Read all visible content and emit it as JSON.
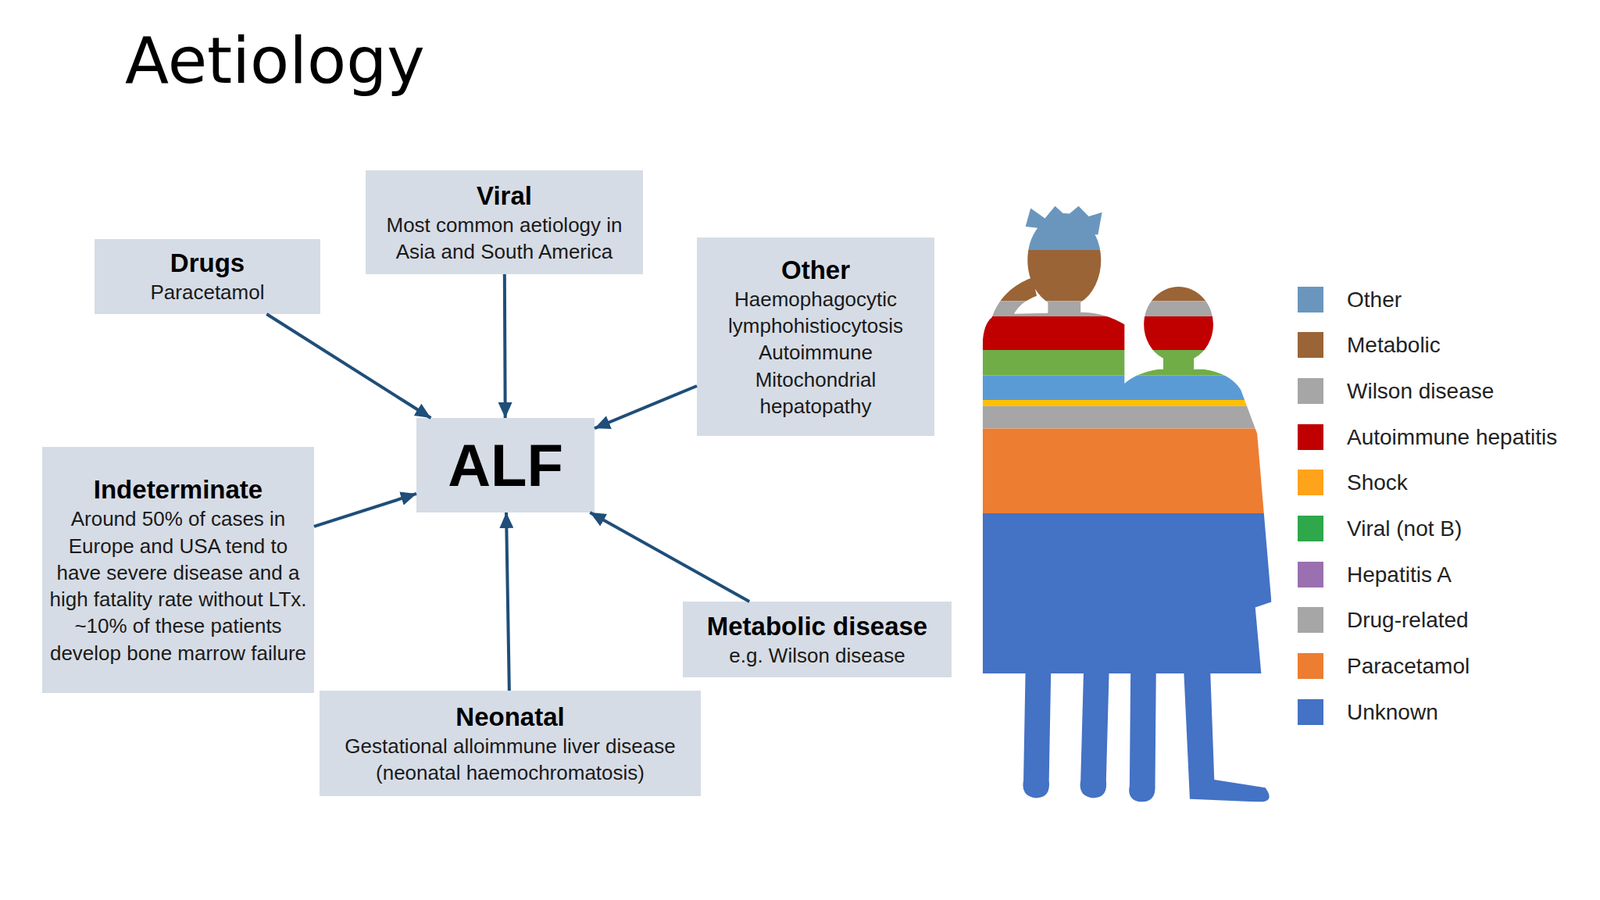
{
  "diagram": {
    "title": "Aetiology",
    "nodes": [
      {
        "text": [
          "Viral",
          "Most common aetiology in Asia and South America"
        ]
      },
      {
        "text": [
          "Drugs",
          "Paracetamol"
        ]
      },
      {
        "text": [
          "Other",
          "Haemophagocytic lymphohistiocytosis",
          "Autoimmune",
          "Mitochondrial hepatopathy"
        ]
      },
      {
        "text": [
          "ALF"
        ]
      },
      {
        "text": [
          "Indeterminate",
          "Around 50% of cases in Europe and USA tend to have severe disease and a high fatality rate without LTx. ~10% of these patients develop bone marrow failure"
        ]
      },
      {
        "text": [
          "Metabolic disease",
          "e.g. Wilson disease"
        ]
      },
      {
        "text": [
          "Neonatal",
          "Gestational alloimmune liver disease (neonatal haemochromatosis)"
        ]
      }
    ],
    "edges": [
      {
        "from": 1,
        "to": 3,
        "arrow": "to"
      },
      {
        "from": 0,
        "to": 3,
        "arrow": "to"
      },
      {
        "from": 2,
        "to": 3,
        "arrow": "to"
      },
      {
        "from": 4,
        "to": 3,
        "arrow": "to"
      },
      {
        "from": 6,
        "to": 3,
        "arrow": "to"
      },
      {
        "from": 5,
        "to": 3,
        "arrow": "to"
      }
    ],
    "legend": [
      {
        "text": "Other",
        "color": "#6a96be"
      },
      {
        "text": "Metabolic",
        "color": "#9a6437"
      },
      {
        "text": "Wilson disease",
        "color": "#a6a6a6"
      },
      {
        "text": "Autoimmune hepatitis",
        "color": "#c00000"
      },
      {
        "text": "Shock",
        "color": "#ffa31a"
      },
      {
        "text": "Viral (not B)",
        "color": "#2ea84a"
      },
      {
        "text": "Hepatitis A",
        "color": "#9a70b0"
      },
      {
        "text": "Drug-related",
        "color": "#a6a6a6"
      },
      {
        "text": "Paracetamol",
        "color": "#ed7d31"
      },
      {
        "text": "Unknown",
        "color": "#4472c4"
      }
    ]
  }
}
